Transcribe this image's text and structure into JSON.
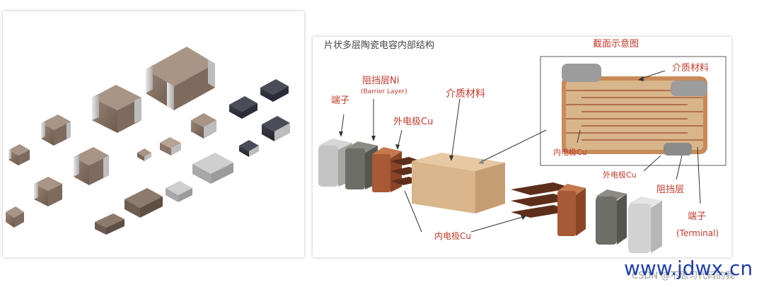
{
  "diagram": {
    "title": "片状多层陶瓷电容内部结构",
    "section_title": "截面示意图",
    "labels": {
      "terminal_left": "端子",
      "barrier_ni": "阻挡层Ni",
      "barrier_ni_en": "(Barrier Layer)",
      "outer_electrode": "外电极Cu",
      "dielectric": "介质材料",
      "inner_electrode": "内电极Cu",
      "section_dielectric": "介质材料",
      "section_inner": "内电极Cu",
      "section_outer": "外电极Cu",
      "section_barrier": "阻挡层",
      "section_terminal": "端子",
      "section_terminal_en": "(Terminal)"
    }
  },
  "footer": {
    "url": "www.jdwx.cn",
    "watermark": "CSDN @不思习代码的我"
  },
  "colors": {
    "label_red": "#c0392b",
    "ceramic": "#d8b58a",
    "copper": "#a85a35",
    "barrier": "#6e6e68",
    "terminal": "#c8c8c8",
    "url_blue": "#1f3fa8"
  }
}
